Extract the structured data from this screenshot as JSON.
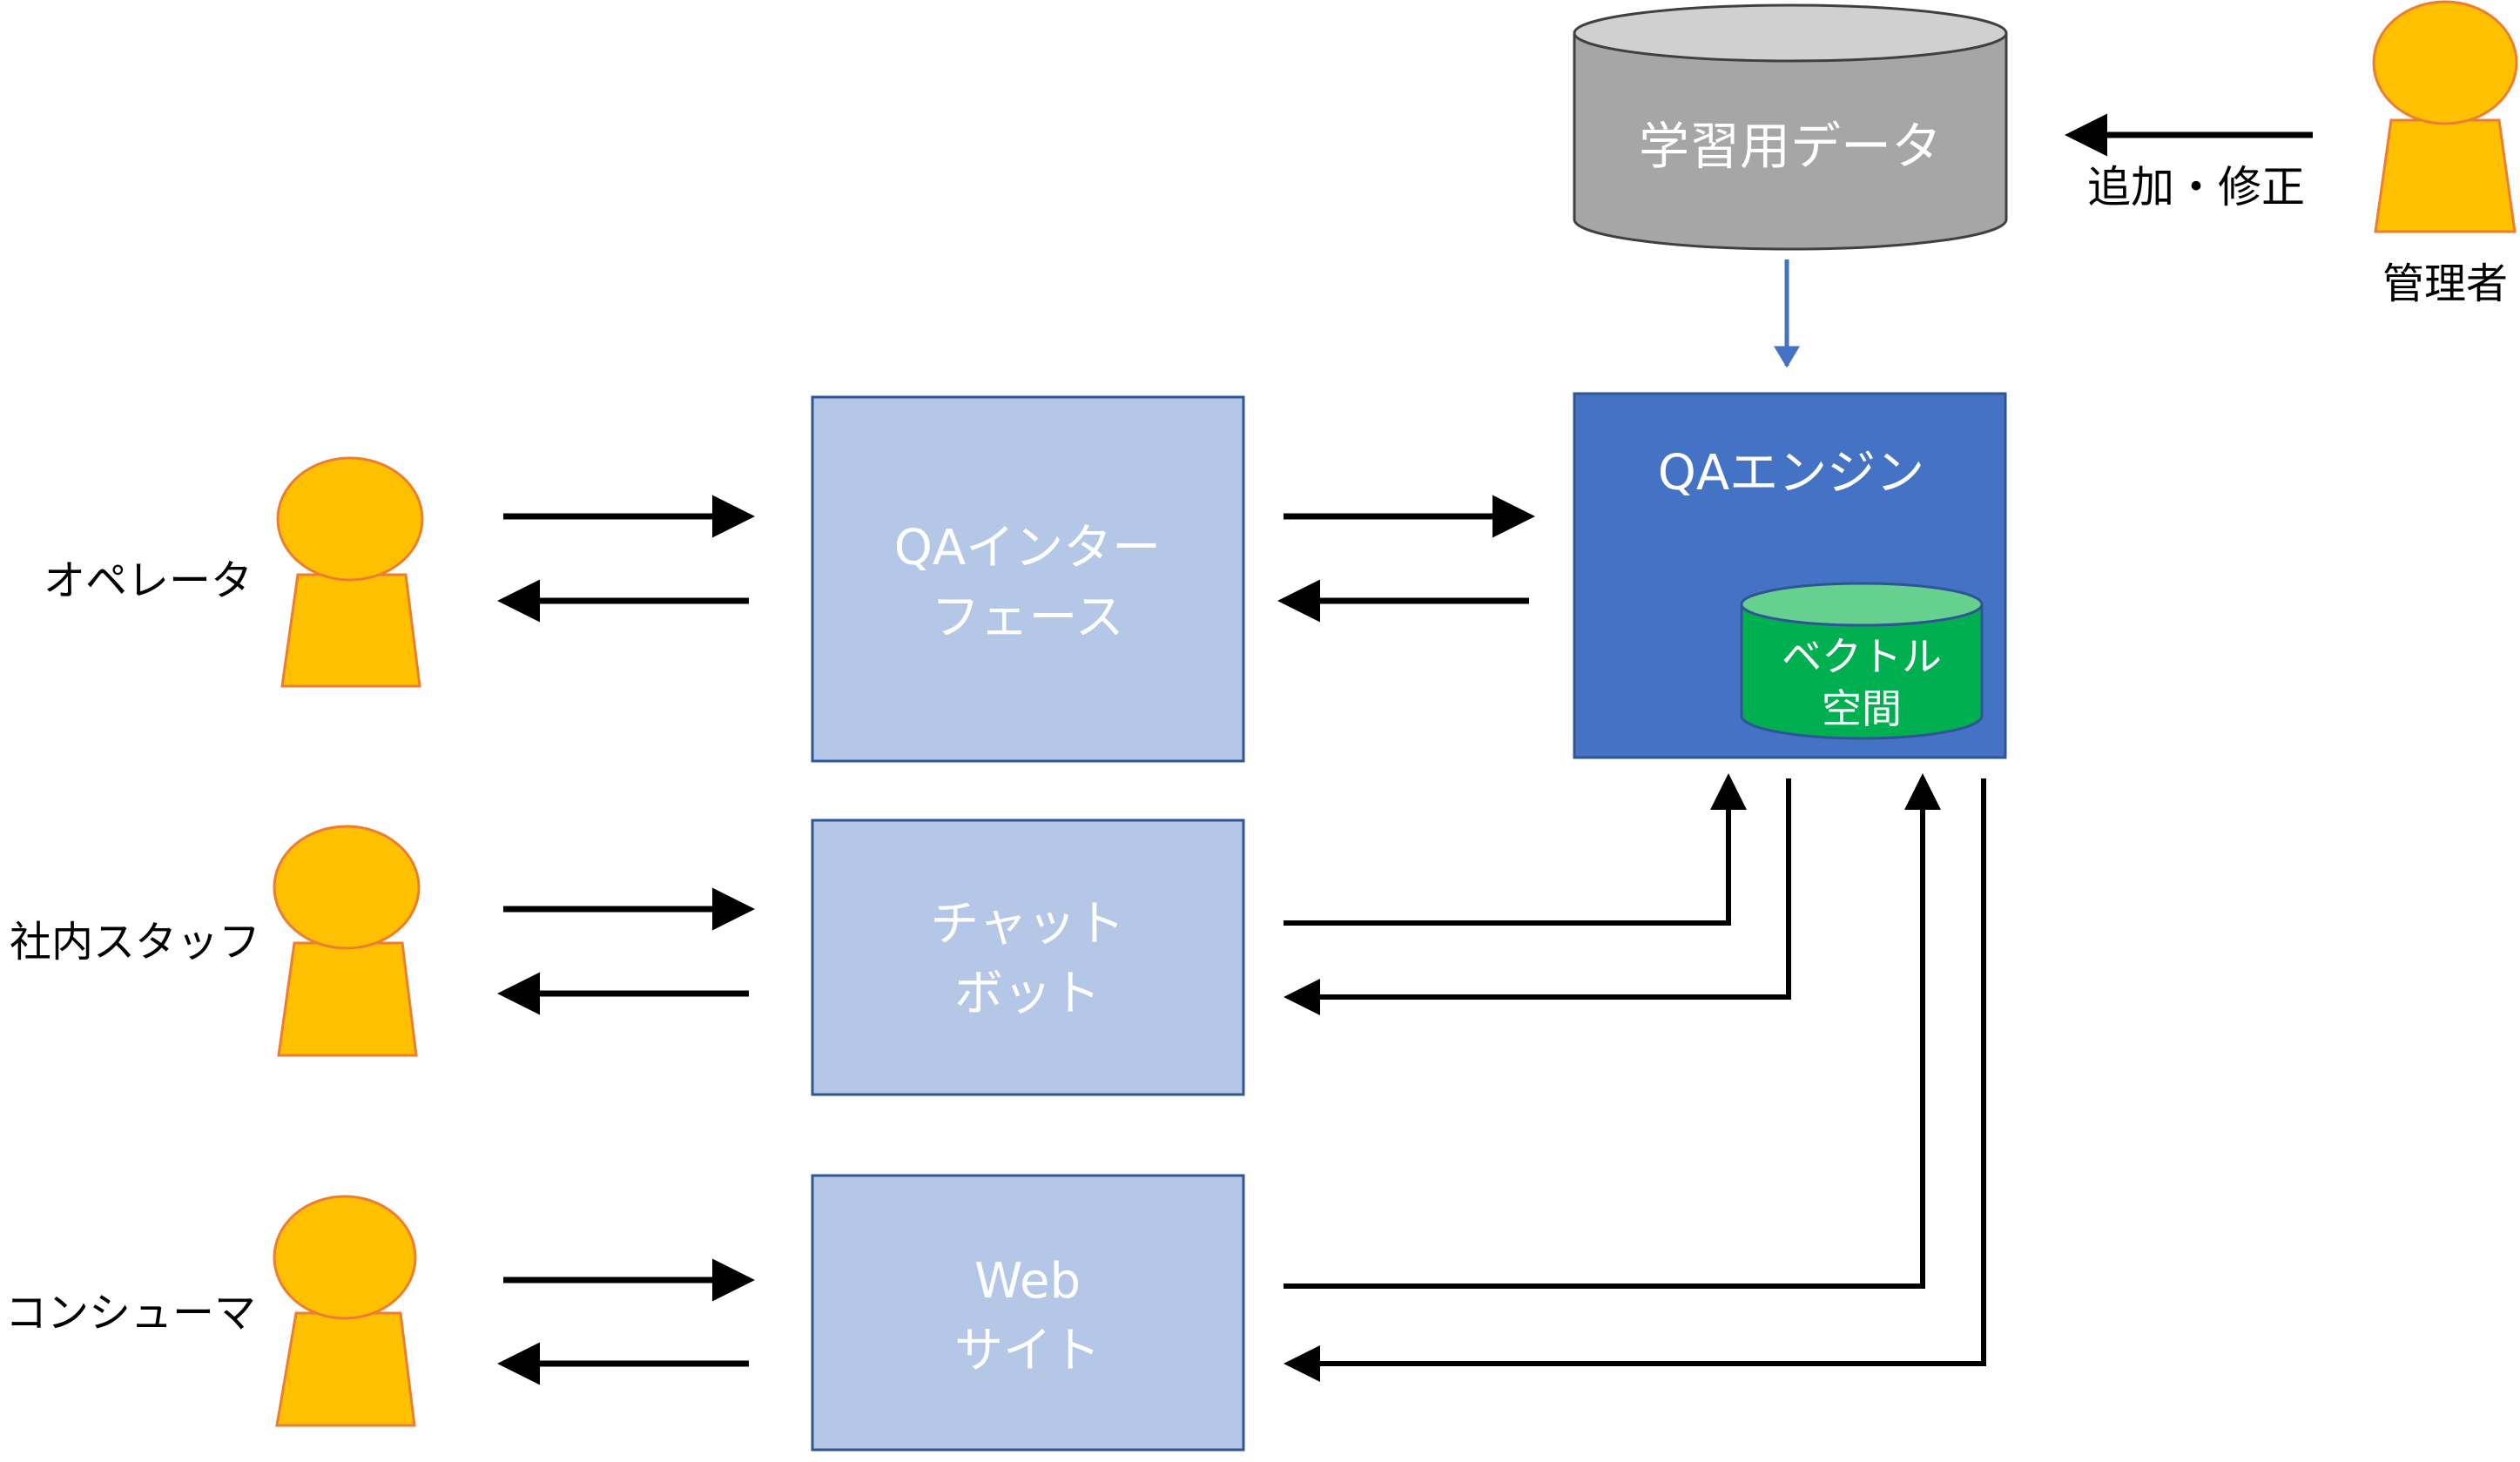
{
  "actors": {
    "operator": "オペレータ",
    "staff": "社内スタッフ",
    "consumer": "コンシューマ",
    "admin": "管理者"
  },
  "channels": {
    "qa_interface": [
      "QAインター",
      "フェース"
    ],
    "chatbot": [
      "チャット",
      "ボット"
    ],
    "website": [
      "Web",
      "サイト"
    ]
  },
  "engine": {
    "title": "QAエンジン",
    "vector_space": [
      "ベクトル",
      "空間"
    ]
  },
  "training_data": "学習用データ",
  "admin_action": "追加・修正",
  "colors": {
    "person": "#FFC000",
    "person_stroke": "#ED7D31",
    "channel_box": "#B4C7E7",
    "channel_stroke": "#2F5597",
    "engine_box": "#4472C4",
    "vector_cylinder": "#00B050",
    "vector_top": "#66D08E",
    "db_cylinder": "#A6A6A6",
    "db_top": "#D0D0D0",
    "arrow": "#000000",
    "db_arrow": "#4472C4"
  }
}
